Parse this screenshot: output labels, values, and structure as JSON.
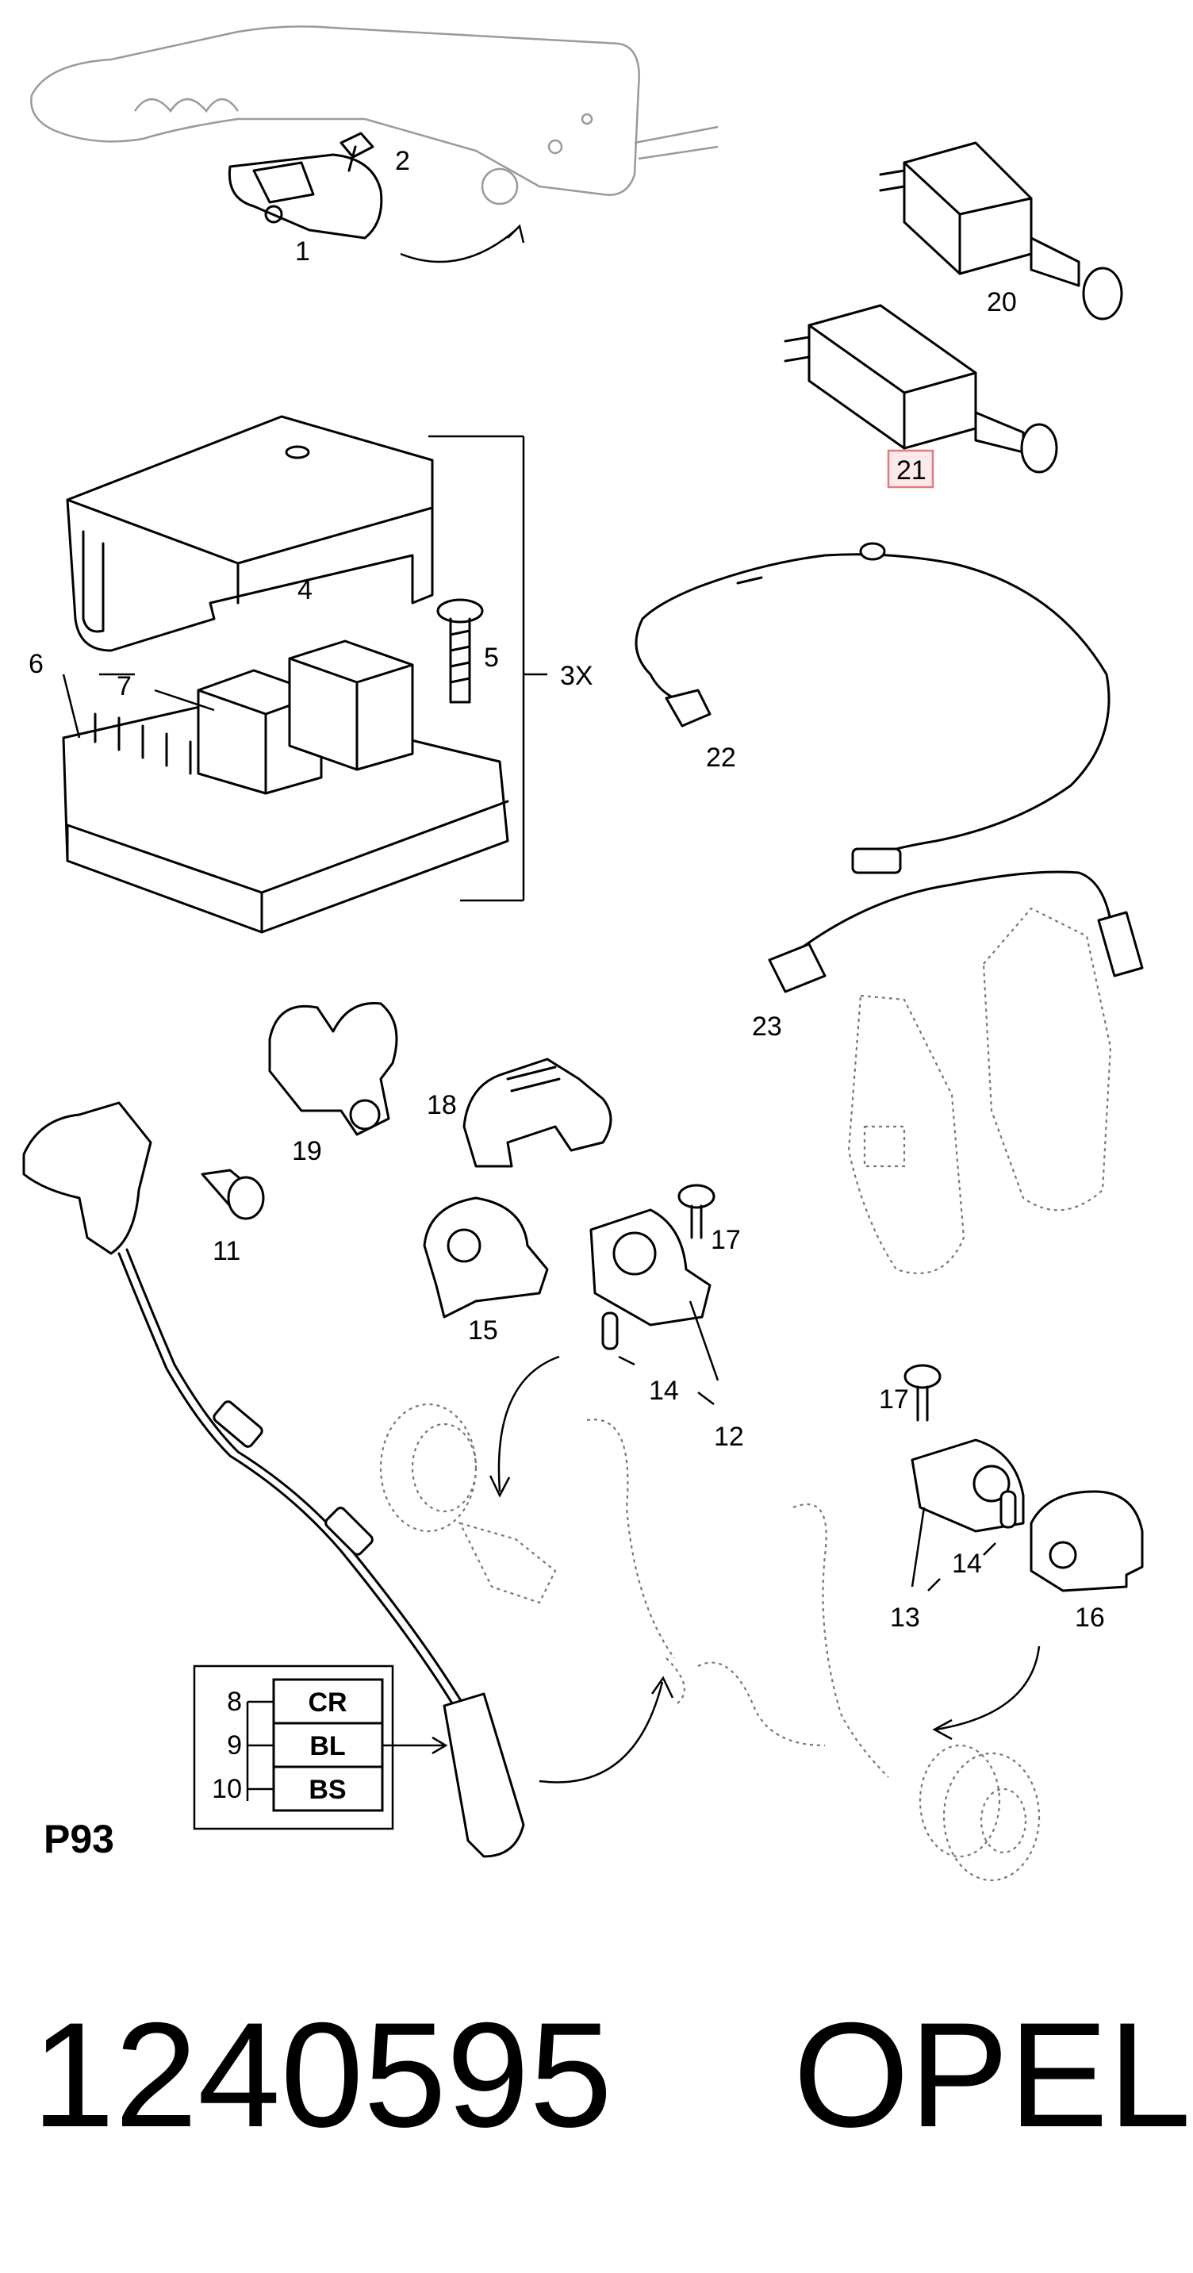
{
  "diagram": {
    "section_code": "P93",
    "callouts": [
      "1",
      "2",
      "4",
      "5",
      "3X",
      "6",
      "7",
      "11",
      "12",
      "13",
      "14",
      "14",
      "15",
      "16",
      "17",
      "17",
      "18",
      "19",
      "20",
      "21",
      "22",
      "23"
    ],
    "highlighted_callout": "21",
    "wire_legend": [
      {
        "pin": "8",
        "code": "CR"
      },
      {
        "pin": "9",
        "code": "BL"
      },
      {
        "pin": "10",
        "code": "BS"
      }
    ]
  },
  "footer": {
    "part_number": "1240595",
    "brand": "OPEL"
  }
}
